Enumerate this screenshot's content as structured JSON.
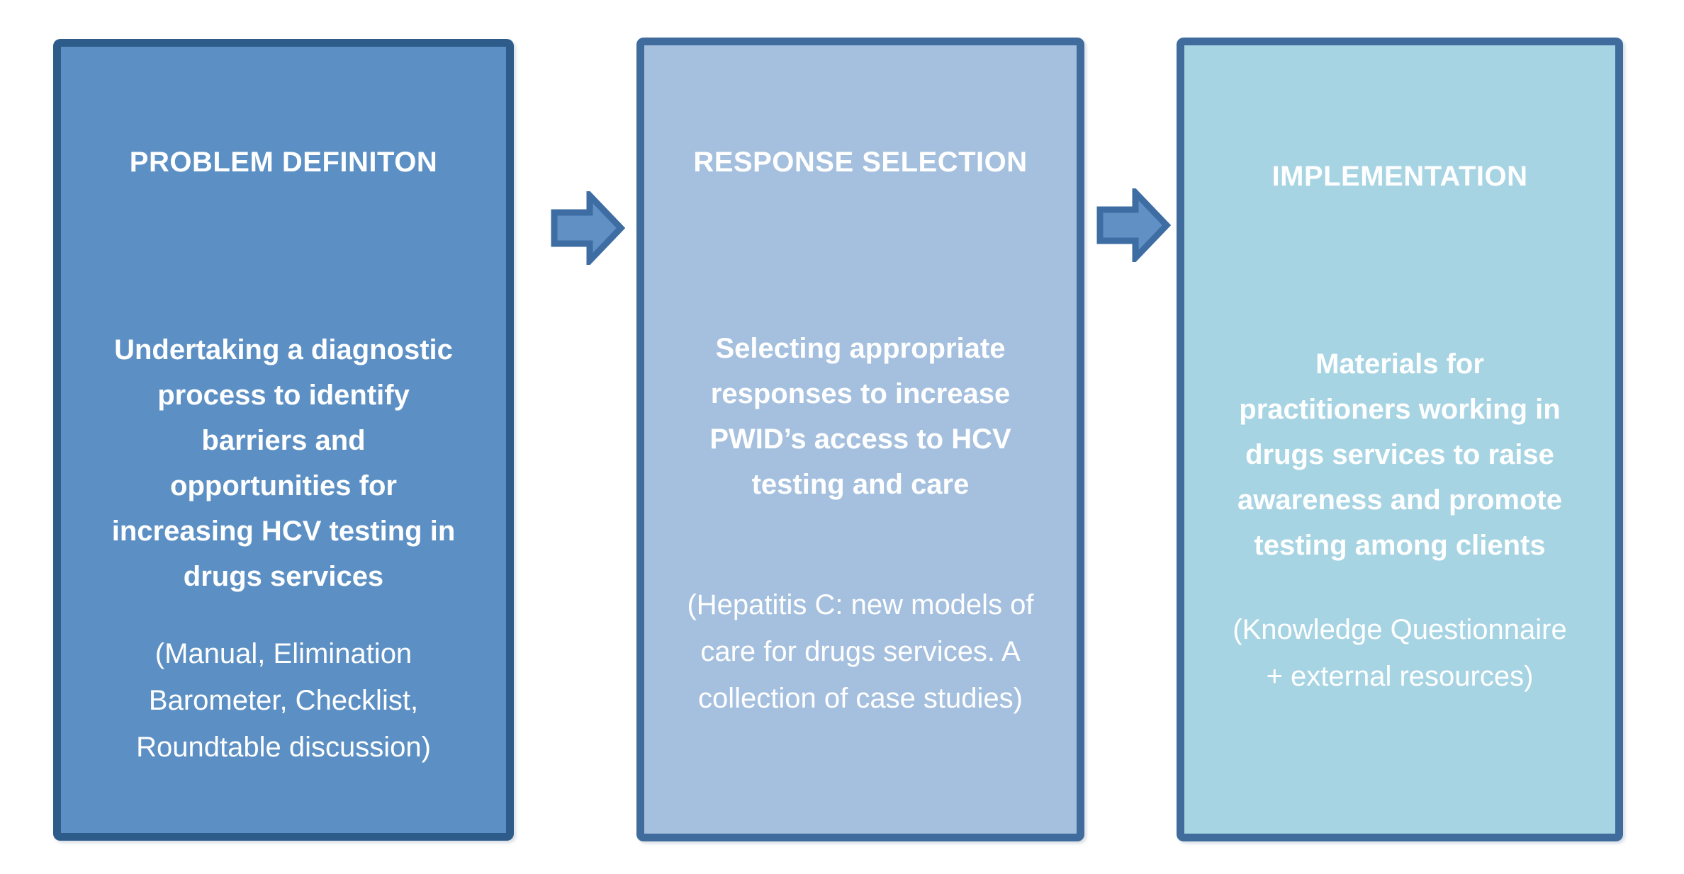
{
  "diagram": {
    "background": "#ffffff",
    "text_color": "#ffffff",
    "arrow": {
      "fill": "#6090C4",
      "stroke": "#3D6DA2"
    },
    "stages": [
      {
        "title": "PROBLEM DEFINITON",
        "body_lines": [
          "Undertaking a diagnostic",
          "process to identify",
          "barriers and",
          "opportunities for",
          "increasing HCV testing in",
          "drugs services"
        ],
        "tools_lines": [
          "(Manual, Elimination",
          "Barometer, Checklist,",
          "Roundtable discussion)"
        ],
        "fill": "#5C90C4",
        "border": "#2E5C8A"
      },
      {
        "title": "RESPONSE SELECTION",
        "body_lines": [
          "Selecting appropriate",
          "responses to increase",
          "PWID’s access to HCV",
          "testing and care"
        ],
        "tools_lines": [
          "(Hepatitis C: new models of",
          "care for drugs services. A",
          "collection of case studies)"
        ],
        "fill": "#A5C0DE",
        "border": "#3F6C9C"
      },
      {
        "title": "IMPLEMENTATION",
        "body_lines": [
          "Materials for",
          "practitioners working in",
          "drugs services to raise",
          "awareness and promote",
          "testing among clients"
        ],
        "tools_lines": [
          "(Knowledge Questionnaire",
          "+ external resources)"
        ],
        "fill": "#A7D4E3",
        "border": "#3F6C9C"
      }
    ]
  }
}
